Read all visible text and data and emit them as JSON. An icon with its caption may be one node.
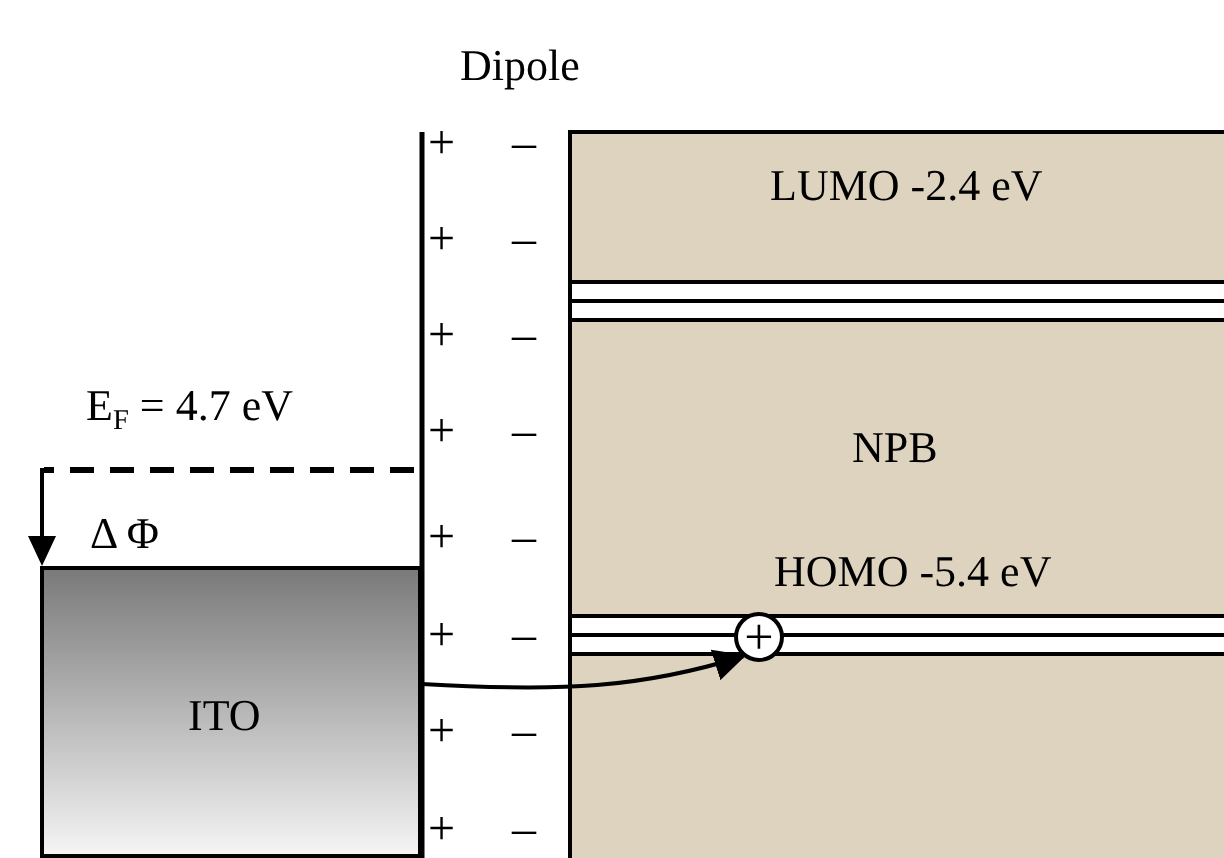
{
  "diagram": {
    "nodes": [
      {
        "text": [
          "ITO"
        ]
      },
      {
        "text": [
          "LUMO -2.4 eV",
          "NPB",
          "HOMO -5.4 eV"
        ]
      },
      {
        "text": [],
        "shape": "bar",
        "in": 1
      },
      {
        "text": [],
        "shape": "bar",
        "in": 1
      },
      {
        "text": [
          "+"
        ],
        "in": 1
      }
    ],
    "edges": [
      {
        "from": 0,
        "to": 4,
        "arrow": "to"
      }
    ],
    "labels": [
      "Dipole",
      "E$_{F}$ = 4.7 eV",
      "Δ Φ",
      "+",
      "–",
      "+",
      "–",
      "+",
      "–",
      "+",
      "–",
      "+",
      "–",
      "+",
      "–",
      "+",
      "–",
      "+",
      "–"
    ]
  }
}
